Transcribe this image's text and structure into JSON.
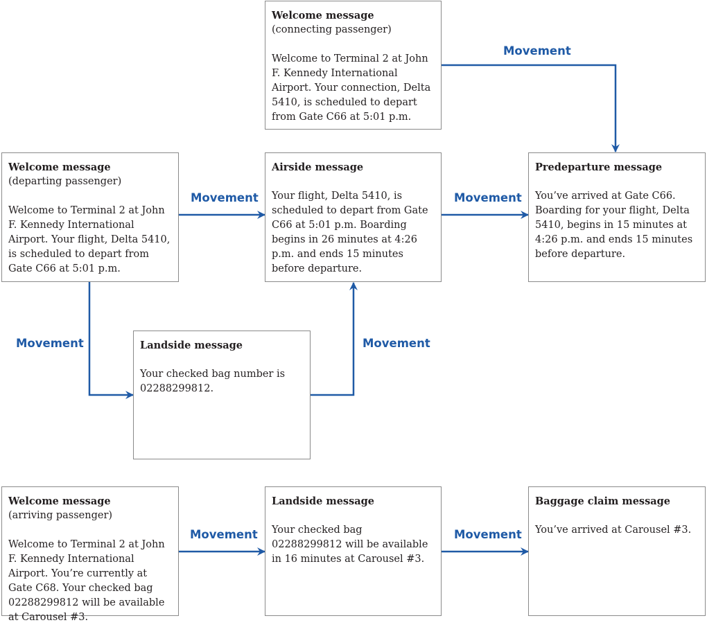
{
  "boxes": {
    "welcome_connecting": {
      "title": "Welcome message",
      "subtitle": "(connecting passenger)",
      "body": "Welcome to Terminal 2 at John F. Kennedy International Airport. Your connection, Delta 5410, is scheduled to depart from Gate C66 at 5:01 p.m."
    },
    "welcome_departing": {
      "title": "Welcome message",
      "subtitle": "(departing passenger)",
      "body": "Welcome to Terminal 2 at John F. Kennedy International Airport. Your flight, Delta 5410, is scheduled to depart from Gate C66 at 5:01 p.m."
    },
    "airside": {
      "title": "Airside message",
      "body": "Your flight, Delta 5410, is scheduled to depart from Gate C66 at 5:01 p.m. Boarding begins in 26 minutes at 4:26 p.m. and ends 15 minutes before departure."
    },
    "predeparture": {
      "title": "Predeparture message",
      "body": "You’ve arrived at Gate C66. Boarding for your flight, Delta 5410, begins in 15 minutes at 4:26 p.m. and ends 15 minutes before departure."
    },
    "landside_departing": {
      "title": "Landside message",
      "body": "Your checked bag number is 02288299812."
    },
    "welcome_arriving": {
      "title": "Welcome message",
      "subtitle": "(arriving passenger)",
      "body": "Welcome to Terminal 2 at John F. Kennedy International Airport. You’re currently at Gate C68. Your checked bag 02288299812 will be available at Carousel #3."
    },
    "landside_arriving": {
      "title": "Landside message",
      "body": "Your checked bag 02288299812 will be available in 16 minutes at Carousel #3."
    },
    "baggage_claim": {
      "title": "Baggage claim message",
      "body": "You’ve arrived at Carousel #3."
    }
  },
  "edges": {
    "connecting_to_predeparture": "Movement",
    "departing_to_airside": "Movement",
    "airside_to_predeparture": "Movement",
    "departing_to_landside": "Movement",
    "landside_to_airside": "Movement",
    "arriving_to_landside": "Movement",
    "landside_to_baggage": "Movement"
  },
  "colors": {
    "arrow": "#1f5aa6",
    "box_border": "#8a8a8a",
    "text": "#231f20"
  }
}
